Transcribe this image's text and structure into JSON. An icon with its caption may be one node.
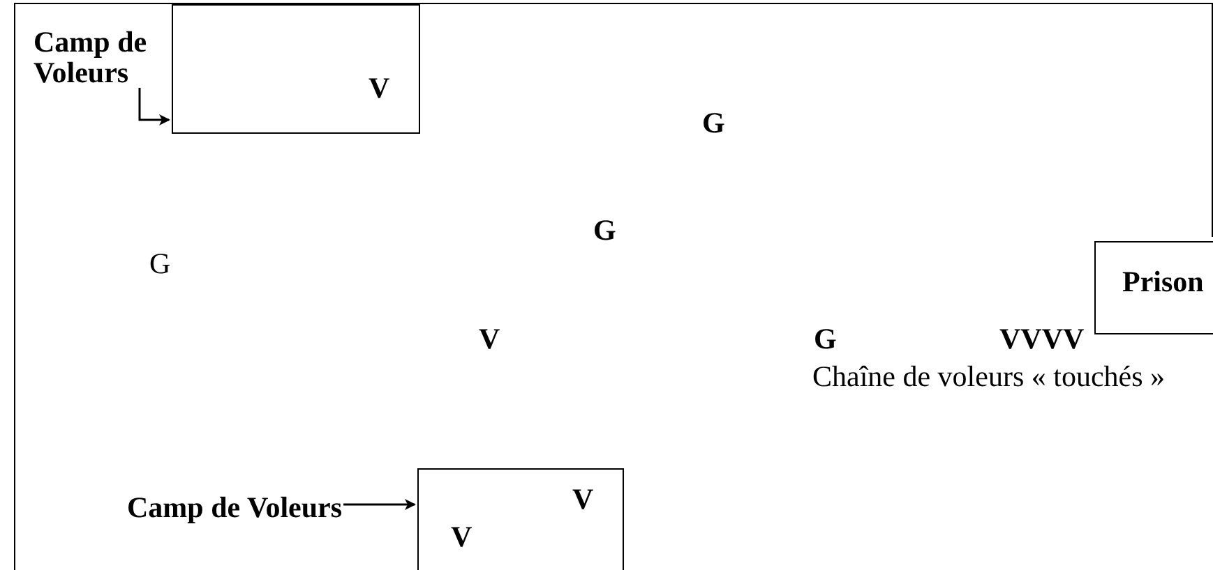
{
  "diagram": {
    "nodes": [
      {
        "text": [],
        "shape": "box"
      },
      {
        "text": [
          "Camp de Voleurs"
        ],
        "in": 0
      },
      {
        "text": [
          "V"
        ],
        "in": 0
      },
      {
        "text": [
          "Prison"
        ],
        "in": 0
      },
      {
        "text": [
          "Camp de Voleurs"
        ],
        "in": 0
      },
      {
        "text": [
          "V",
          "V"
        ],
        "in": 0
      }
    ],
    "edges": [
      {
        "from": 1,
        "to": 2,
        "arrow": "to"
      },
      {
        "from": 4,
        "to": 5,
        "arrow": "to"
      }
    ],
    "labels": [
      "G",
      "G",
      "G",
      "V",
      "G",
      "VVVV",
      "Chaîne de voleurs « touchés »"
    ]
  }
}
